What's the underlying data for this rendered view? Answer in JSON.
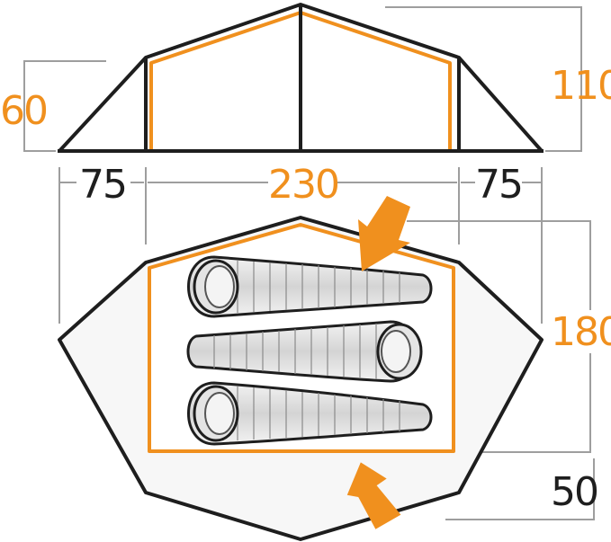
{
  "colors": {
    "accent": "#f0901e",
    "outline": "#1e1e1e",
    "dimension_line": "#9e9e9e",
    "floor_fill": "#f7f7f7",
    "bag_fill": "#d9d9d9"
  },
  "dimensions": {
    "side_height": "60",
    "peak_height": "110",
    "vestibule_left_length": "75",
    "inner_length": "230",
    "vestibule_right_length": "75",
    "inner_width": "180",
    "vestibule_depth": "50"
  },
  "icons": [
    "arrow-icon",
    "arrow-icon",
    "sleeping-bag-icon",
    "sleeping-bag-icon",
    "sleeping-bag-icon"
  ]
}
